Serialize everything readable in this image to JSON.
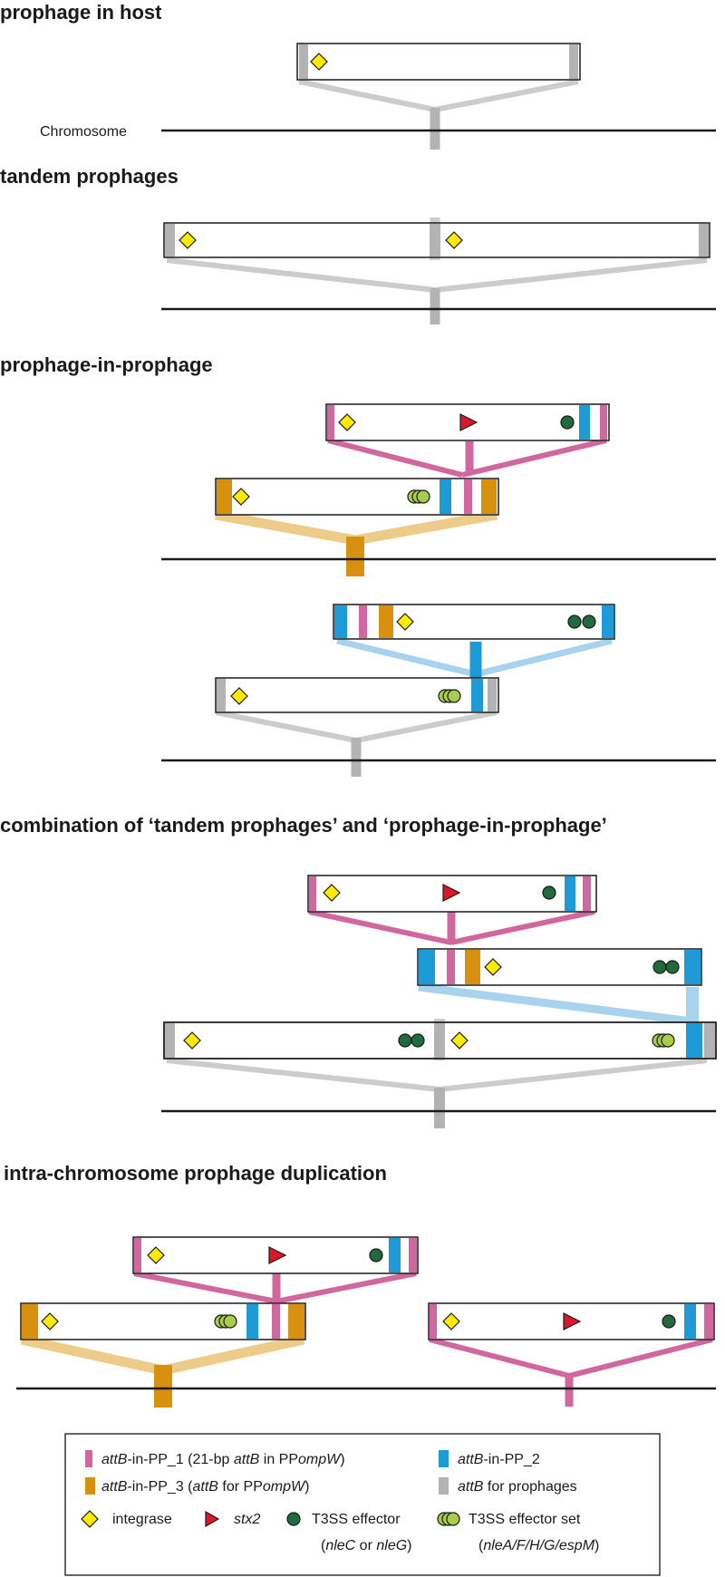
{
  "colors": {
    "pink": "#D0679F",
    "blue": "#1E9BD7",
    "orange": "#D8900F",
    "gray": "#B3B3B3",
    "light_gray": "#CCCCCC",
    "light_orange": "#EDCB88",
    "light_blue": "#A7D3EE",
    "integrase": "#FFEB00",
    "stx2": "#D7192A",
    "t3ss": "#1F6B3E",
    "t3ss_set": "#A8CC4C"
  },
  "sections": {
    "s1": "prophage in host",
    "s2": "tandem prophages",
    "s3": "prophage-in-prophage",
    "s4": "combination of ‘tandem prophages’ and ‘prophage-in-prophage’",
    "s5": "intra-chromosome prophage duplication"
  },
  "chromosome_label": "Chromosome",
  "legend": {
    "l1": [
      {
        "t": "attB",
        "i": true
      },
      {
        "t": "-in-PP_1 (21-bp ",
        "i": false
      },
      {
        "t": "attB",
        "i": true
      },
      {
        "t": " in PP",
        "i": false
      },
      {
        "t": "ompW",
        "i": true
      },
      {
        "t": ")",
        "i": false
      }
    ],
    "l2": [
      {
        "t": "attB",
        "i": true
      },
      {
        "t": "-in-PP_2",
        "i": false
      }
    ],
    "l3": [
      {
        "t": "attB",
        "i": true
      },
      {
        "t": "-in-PP_3 (",
        "i": false
      },
      {
        "t": "attB",
        "i": true
      },
      {
        "t": " for PP",
        "i": false
      },
      {
        "t": "ompW",
        "i": true
      },
      {
        "t": ")",
        "i": false
      }
    ],
    "l4": [
      {
        "t": "attB",
        "i": true
      },
      {
        "t": " for prophages",
        "i": false
      }
    ],
    "l5": [
      {
        "t": "integrase",
        "i": false
      }
    ],
    "l6": [
      {
        "t": "stx2",
        "i": true
      }
    ],
    "l7a": [
      {
        "t": "T3SS effector",
        "i": false
      }
    ],
    "l7b": [
      {
        "t": "(",
        "i": false
      },
      {
        "t": "nleC",
        "i": true
      },
      {
        "t": " or ",
        "i": false
      },
      {
        "t": "nleG",
        "i": true
      },
      {
        "t": ")",
        "i": false
      }
    ],
    "l8a": [
      {
        "t": "T3SS effector set",
        "i": false
      }
    ],
    "l8b": [
      {
        "t": "(",
        "i": false
      },
      {
        "t": "nleA/F/H/G/espM",
        "i": true
      },
      {
        "t": ")",
        "i": false
      }
    ]
  }
}
